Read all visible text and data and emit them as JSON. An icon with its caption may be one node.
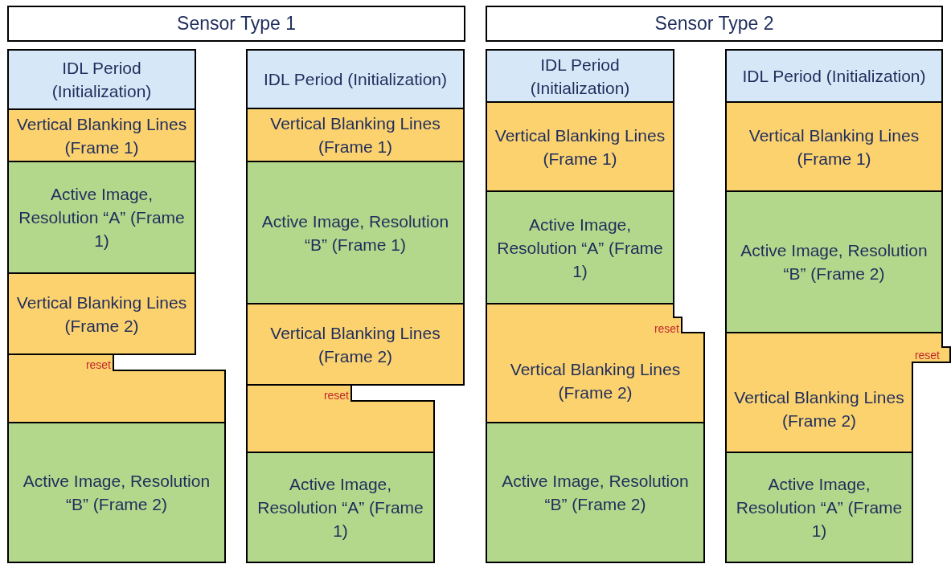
{
  "diagram": {
    "nodes": [
      {
        "text": [
          "Sensor Type 1"
        ]
      },
      {
        "text": [
          "Sensor Type 2"
        ]
      },
      {
        "text": [
          "IDL Period (Initialization)"
        ]
      },
      {
        "text": [
          "Vertical Blanking Lines (Frame 1)"
        ]
      },
      {
        "text": [
          "Active Image, Resolution “A” (Frame 1)"
        ]
      },
      {
        "text": [
          "Vertical Blanking Lines (Frame 2)"
        ]
      },
      {
        "text": [
          "reset"
        ]
      },
      {
        "text": [
          "Active Image, Resolution “B” (Frame 2)"
        ]
      },
      {
        "text": [
          "IDL Period (Initialization)"
        ]
      },
      {
        "text": [
          "Vertical Blanking Lines (Frame 1)"
        ]
      },
      {
        "text": [
          "Active Image, Resolution “B” (Frame 1)"
        ]
      },
      {
        "text": [
          "Vertical Blanking Lines (Frame 2)"
        ]
      },
      {
        "text": [
          "reset"
        ]
      },
      {
        "text": [
          "Active Image, Resolution “A” (Frame 1)"
        ]
      },
      {
        "text": [
          "IDL Period (Initialization)"
        ]
      },
      {
        "text": [
          "Vertical Blanking Lines (Frame 1)"
        ]
      },
      {
        "text": [
          "Active Image, Resolution “A” (Frame 1)"
        ]
      },
      {
        "text": [
          "reset",
          "Vertical Blanking Lines (Frame 2)"
        ]
      },
      {
        "text": [
          "Active Image, Resolution “B” (Frame 2)"
        ]
      },
      {
        "text": [
          "IDL Period (Initialization)"
        ]
      },
      {
        "text": [
          "Vertical Blanking Lines (Frame 1)"
        ]
      },
      {
        "text": [
          "Active Image, Resolution “B” (Frame 2)"
        ]
      },
      {
        "text": [
          "reset",
          "Vertical Blanking Lines (Frame 2)"
        ]
      },
      {
        "text": [
          "Active Image, Resolution “A” (Frame 1)"
        ]
      }
    ]
  }
}
